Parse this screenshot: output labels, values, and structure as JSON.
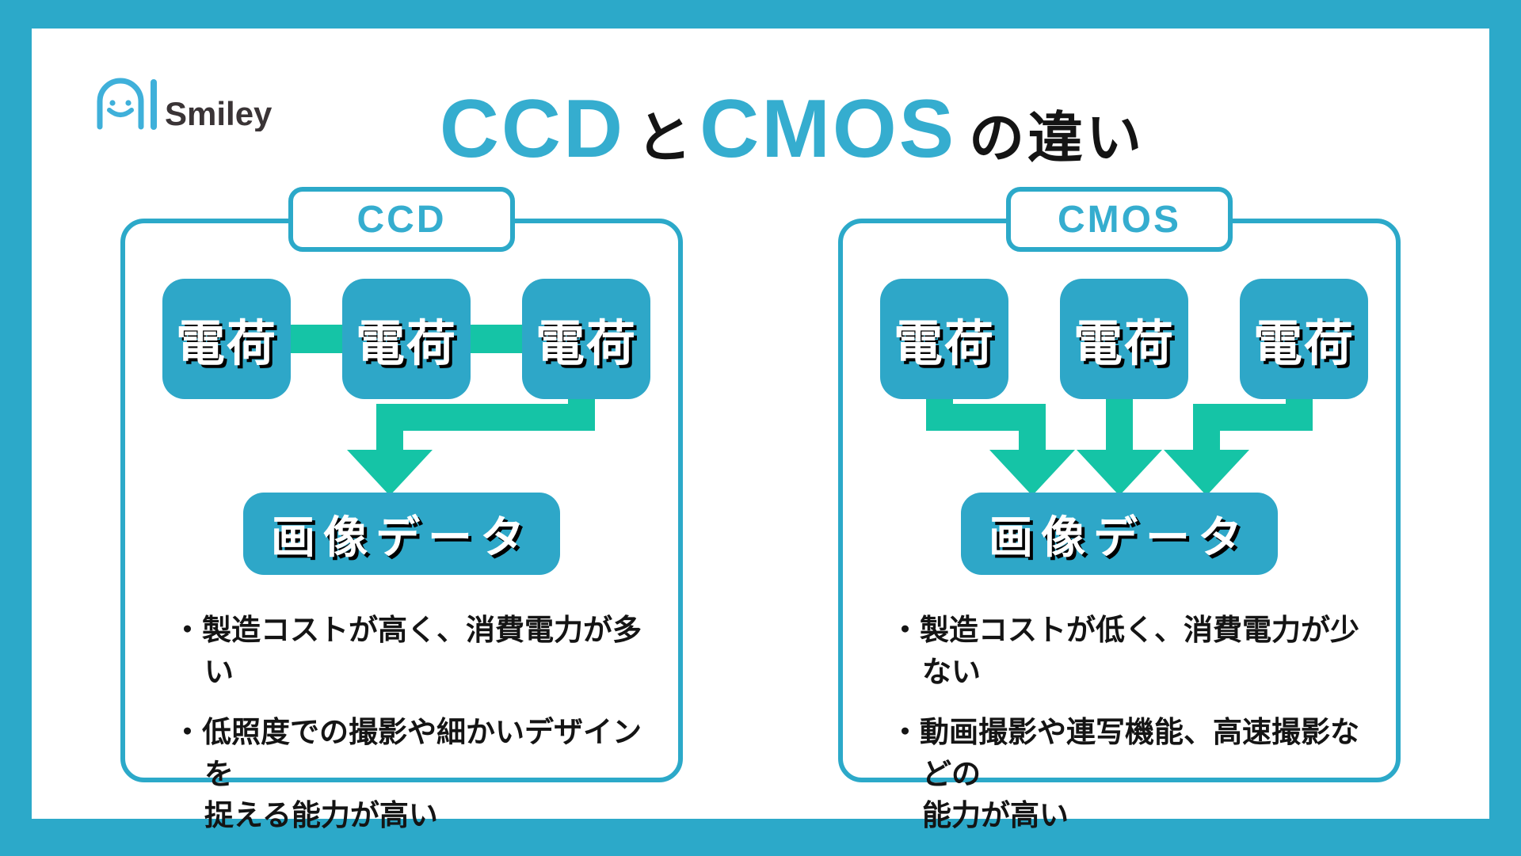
{
  "logo": {
    "brand_text": "Smiley",
    "icon": "ai-smiley-face-icon"
  },
  "title": {
    "term1": "CCD",
    "connector": "と",
    "term2": "CMOS",
    "suffix": "の違い"
  },
  "colors": {
    "frame_cyan": "#2CA9C9",
    "box_cyan": "#2EA7C8",
    "title_cyan": "#35ADCF",
    "arrow_green": "#15C4A6",
    "text_dark": "#141414",
    "logo_blue": "#3FB0DA"
  },
  "panels": [
    {
      "label": "CCD",
      "charge_boxes": [
        "電荷",
        "電荷",
        "電荷"
      ],
      "output_label": "画像データ",
      "bullets": [
        "・製造コストが高く、消費電力が多い",
        "・低照度での撮影や細かいデザインを\n捉える能力が高い"
      ]
    },
    {
      "label": "CMOS",
      "charge_boxes": [
        "電荷",
        "電荷",
        "電荷"
      ],
      "output_label": "画像データ",
      "bullets": [
        "・製造コストが低く、消費電力が少ない",
        "・動画撮影や連写機能、高速撮影などの\n能力が高い"
      ]
    }
  ]
}
